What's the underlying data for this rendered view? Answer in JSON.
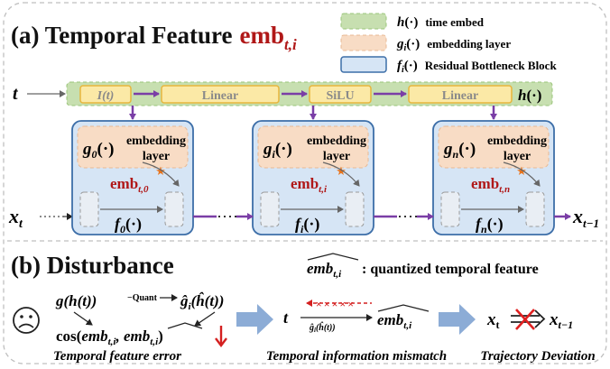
{
  "panel_a": {
    "label": "(a) Temporal Feature",
    "emb_base": "emb",
    "emb_sub": "t,i",
    "legend": [
      {
        "symbol": "h",
        "arg": "(·)",
        "text": "time embed",
        "fill": "#c7dfb0",
        "stroke": "#9ac47a",
        "dashed": true
      },
      {
        "symbol": "g",
        "sub": "i",
        "arg": "(·)",
        "text": "embedding layer",
        "fill": "#f8dcc5",
        "stroke": "#e8b994",
        "dashed": true
      },
      {
        "symbol": "f",
        "sub": "i",
        "arg": "(·)",
        "text": "Residual Bottleneck Block",
        "fill": "#d6e5f5",
        "stroke": "#3c6ea8",
        "dashed": false
      }
    ],
    "input_t": "t",
    "pipeline": {
      "stages": [
        "I(t)",
        "Linear",
        "SiLU",
        "Linear"
      ],
      "end_label": "h",
      "end_arg": "(·)"
    },
    "blocks": [
      {
        "g_sub": "0",
        "emb_sub": "t,0",
        "f_sub": "0"
      },
      {
        "g_sub": "i",
        "emb_sub": "t,i",
        "f_sub": "i"
      },
      {
        "g_sub": "n",
        "emb_sub": "t,n",
        "f_sub": "n"
      }
    ],
    "g_arg": "(·)",
    "embedding_label_1": "embedding",
    "embedding_label_2": "layer",
    "f_arg": "(·)",
    "x_in_base": "x",
    "x_in_sub": "t",
    "x_out_base": "x",
    "x_out_sub": "t−1"
  },
  "panel_b": {
    "label": "(b) Disturbance",
    "quantized_note": ": quantized temporal feature",
    "hat_emb_sub": "t,i",
    "formula1_left": "g(h(t))",
    "quant_label": "Quant",
    "formula1_right": "(ĥ(t))",
    "formula2": "cos(",
    "emb_sub": "t,i",
    "caption1": "Temporal feature error",
    "caption2": "Temporal information mismatch",
    "caption3": "Trajectory Deviation",
    "mismatch_t": "t",
    "mismatch_under": "ĝ",
    "mismatch_under_sub": "i",
    "mismatch_under_arg": "(ĥ(t))",
    "x_t": "x",
    "x_t_sub": "t",
    "x_t1": "x",
    "x_t1_sub": "t−1",
    "colors": {
      "accent": "#b01818",
      "arrow": "#7a3ea6"
    }
  }
}
